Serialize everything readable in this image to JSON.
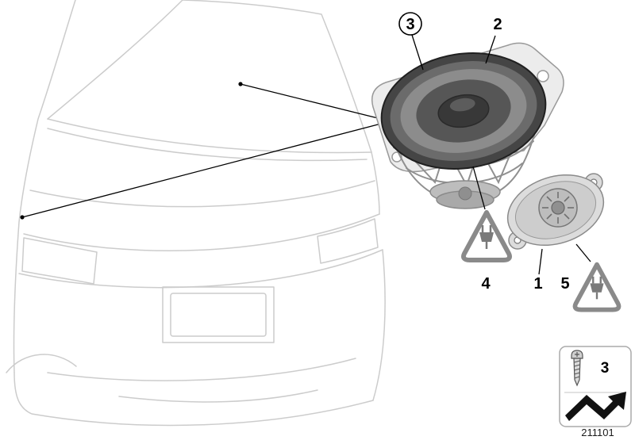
{
  "diagram": {
    "doc_number": "211101",
    "callouts": {
      "item1": "1",
      "item2": "2",
      "item3": "3",
      "item4": "4",
      "item5": "5",
      "inset_item": "3"
    },
    "icons": {
      "warning": "plug-warning-triangle-icon",
      "screw": "screw-icon",
      "arrow": "direction-arrow-icon"
    },
    "colors": {
      "sketch_gray": "#cccccc",
      "speaker_dark": "#454545",
      "speaker_mid": "#8c8c8c",
      "warning_gray": "#8a8a8a",
      "line_black": "#000000"
    }
  }
}
